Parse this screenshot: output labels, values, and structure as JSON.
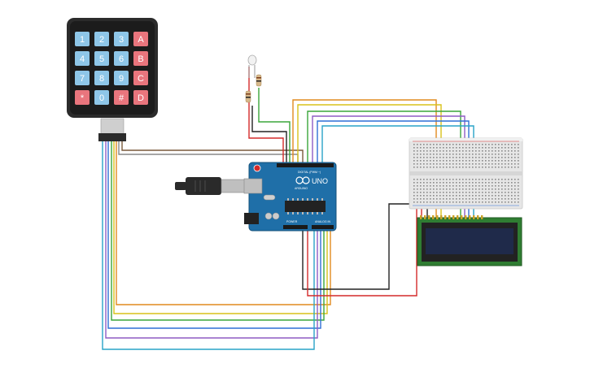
{
  "keypad": {
    "keys": [
      [
        "1",
        "2",
        "3",
        "A"
      ],
      [
        "4",
        "5",
        "6",
        "B"
      ],
      [
        "7",
        "8",
        "9",
        "C"
      ],
      [
        "*",
        "0",
        "#",
        "D"
      ]
    ]
  },
  "arduino": {
    "brand_label": "UNO",
    "logo_text": "ARDUINO",
    "digital_label": "DIGITAL (PWM ~)",
    "power_label": "POWER",
    "analog_label": "ANALOG IN"
  },
  "colors": {
    "keypad_body": "#2b2b2b",
    "key_number": "#8ec6e8",
    "key_letter": "#e9757d",
    "key_symbol": "#e9757d",
    "board": "#1f6fa8",
    "breadboard": "#e6e6e6",
    "lcd_frame": "#2f7d32",
    "lcd_screen": "#1f2a4a",
    "wire_red": "#d42a2a",
    "wire_black": "#222222",
    "wire_orange": "#e08a1e",
    "wire_yellow": "#d8c21a",
    "wire_green": "#3aa53a",
    "wire_blue": "#2f6fd6",
    "wire_purple": "#8e5cc4",
    "wire_cyan": "#29a3c7",
    "wire_brown": "#7a5a3c",
    "wire_grey": "#888888"
  }
}
